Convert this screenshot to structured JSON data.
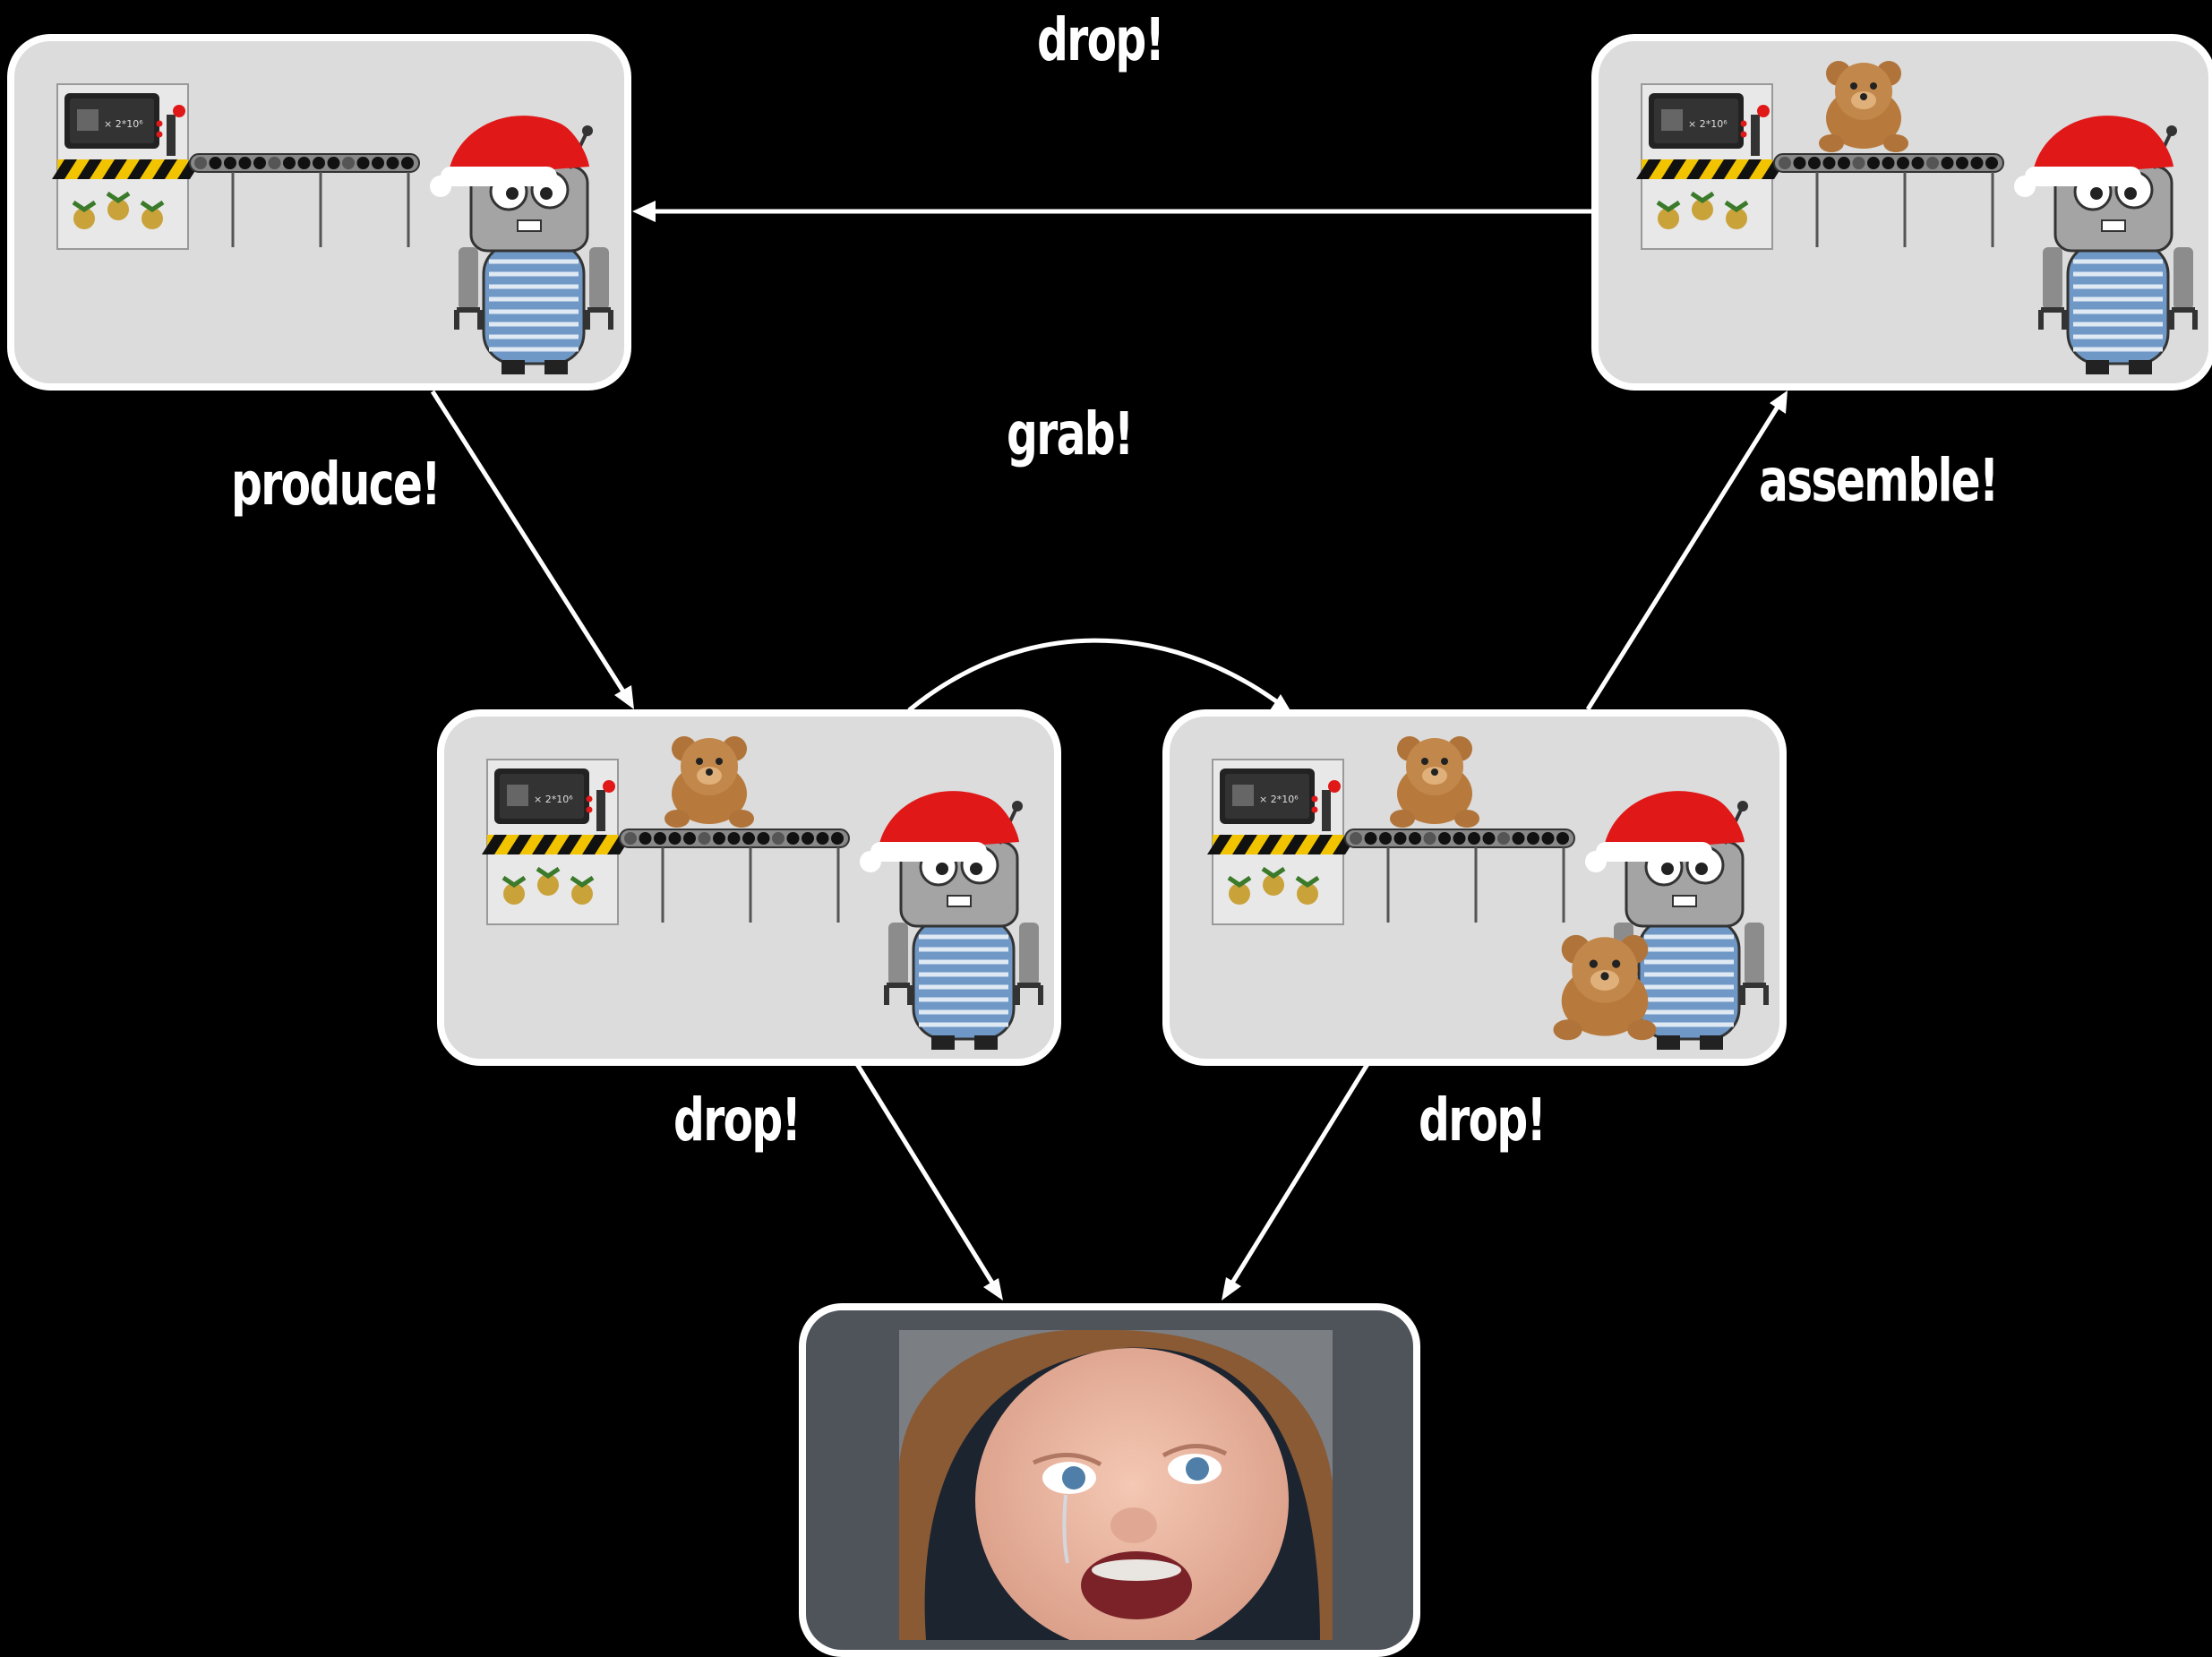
{
  "colors": {
    "background": "#000000",
    "state_fill": "#dcdcdc",
    "state_border": "#ffffff",
    "arrow": "#ffffff",
    "hat_red": "#e01818",
    "hazard_yellow": "#f2c400"
  },
  "states": [
    {
      "id": "idle",
      "items": []
    },
    {
      "id": "assembled",
      "items": [
        "teddy-bear-on-belt"
      ]
    },
    {
      "id": "produced",
      "items": [
        "teddy-bear-on-belt"
      ]
    },
    {
      "id": "grabbed",
      "items": [
        "teddy-bear-on-belt",
        "teddy-bear-held"
      ]
    },
    {
      "id": "failure",
      "items": [
        "crying-baby-photo"
      ]
    }
  ],
  "machine_display": "× 2*10⁶",
  "transitions": [
    {
      "from": "assembled",
      "to": "idle",
      "label": "drop!"
    },
    {
      "from": "idle",
      "to": "produced",
      "label": "produce!"
    },
    {
      "from": "produced",
      "to": "grabbed",
      "label": "grab!"
    },
    {
      "from": "grabbed",
      "to": "assembled",
      "label": "assemble!"
    },
    {
      "from": "produced",
      "to": "failure",
      "label": "drop!"
    },
    {
      "from": "grabbed",
      "to": "failure",
      "label": "drop!"
    }
  ]
}
